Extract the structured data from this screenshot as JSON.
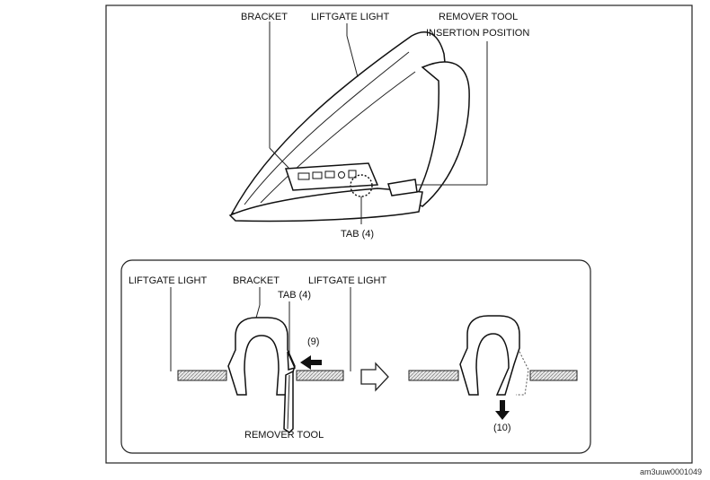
{
  "top_labels": {
    "bracket": "BRACKET",
    "liftgate_light": "LIFTGATE LIGHT",
    "remover_tool_line1": "REMOVER TOOL",
    "remover_tool_line2": "INSERTION POSITION",
    "tab": "TAB (4)"
  },
  "detail_labels": {
    "liftgate_light_left": "LIFTGATE LIGHT",
    "bracket": "BRACKET",
    "liftgate_light_right": "LIFTGATE LIGHT",
    "tab": "TAB (4)",
    "step_9": "(9)",
    "remover_tool": "REMOVER TOOL",
    "step_10": "(10)"
  },
  "figure_code": "am3uuw0001049"
}
